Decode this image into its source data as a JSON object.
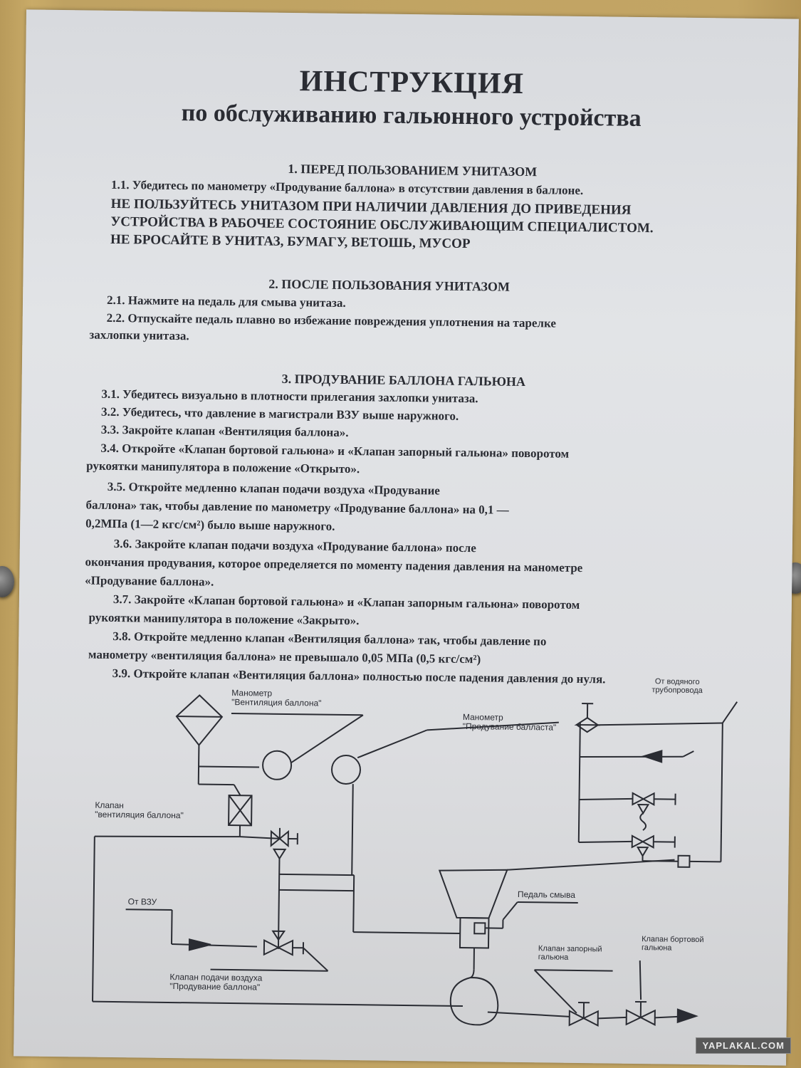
{
  "document": {
    "title": "ИНСТРУКЦИЯ",
    "subtitle": "по обслуживанию гальюнного устройства",
    "section1": {
      "heading": "1.   ПЕРЕД ПОЛЬЗОВАНИЕМ  УНИТАЗОМ",
      "lines": [
        "1.1. Убедитесь по манометру «Продувание баллона» в отсутствии давления в баллоне.",
        "НЕ ПОЛЬЗУЙТЕСЬ УНИТАЗОМ ПРИ НАЛИЧИИ ДАВЛЕНИЯ ДО ПРИВЕДЕНИЯ",
        "УСТРОЙСТВА В РАБОЧЕЕ СОСТОЯНИЕ ОБСЛУЖИВАЮЩИМ СПЕЦИАЛИСТОМ.",
        "НЕ БРОСАЙТЕ В УНИТАЗ, БУМАГУ, ВЕТОШЬ, МУСОР"
      ]
    },
    "section2": {
      "heading": "2. ПОСЛЕ ПОЛЬЗОВАНИЯ  УНИТАЗОМ",
      "lines": [
        "2.1.  Нажмите на педаль для смыва унитаза.",
        "2.2.  Отпускайте  педаль  плавно  во  избежание  повреждения  уплотнения   на тарелке",
        "захлопки унитаза."
      ]
    },
    "section3": {
      "heading": "3. ПРОДУВАНИЕ БАЛЛОНА  ГАЛЬЮНА",
      "lines": [
        "3.1.  Убедитесь визуально в плотности прилегания захлопки унитаза.",
        "3.2.  Убедитесь, что давление в магистрали ВЗУ выше наружного.",
        "3.3.  Закройте клапан «Вентиляция баллона».",
        "3.4.  Откройте «Клапан бортовой гальюна» и «Клапан запорный гальюна» поворотом",
        "рукоятки манипулятора в положение «Открыто».",
        "3.5. Откройте медленно клапан подачи воздуха «Продувание",
        "баллона» так, чтобы давление по манометру  «Продувание баллона» на 0,1 —",
        "0,2МПа (1—2 кгс/см²) было выше наружного.",
        "3.6.  Закройте клапан подачи воздуха «Продувание баллона» после",
        "окончания продувания, которое определяется по моменту падения давления на манометре",
        "«Продувание баллона».",
        "3.7.  Закройте «Клапан бортовой гальюна» и «Клапан запорным гальюна» поворотом",
        "рукоятки манипулятора в положение «Закрыто».",
        "3.8. Откройте медленно  клапан «Вентиляция баллона» так, чтобы давление по",
        "манометру «вентиляция баллона» не превышало 0,05 МПа (0,5 кгс/см²)",
        "3.9. Откройте клапан «Вентиляция баллона» полностью после падения давления до нуля."
      ]
    },
    "diagram": {
      "labels": {
        "manometer_vent": [
          "Манометр",
          "\"Вентиляция баллона\""
        ],
        "manometer_ballast": [
          "Манометр",
          "\"Продувание балласта\""
        ],
        "from_water": [
          "От водяного",
          "трубопровода"
        ],
        "valve_vent": [
          "Клапан",
          "\"вентиляция баллона\""
        ],
        "flush_pedal": "Педаль смыва",
        "from_vzu": "От ВЗУ",
        "air_valve": [
          "Клапан подачи воздуха",
          "\"Продувание баллона\""
        ],
        "shutoff_valve": [
          "Клапан запорный",
          "гальюна"
        ],
        "board_valve": [
          "Клапан бортовой",
          "гальюна"
        ]
      }
    }
  },
  "watermark": "YAPLAKAL.COM"
}
